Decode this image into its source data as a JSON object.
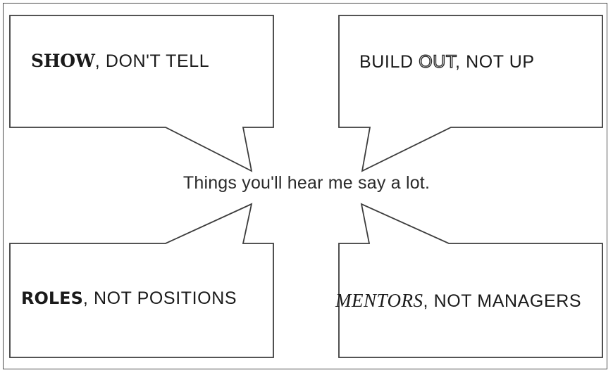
{
  "slide": {
    "caption": "Things you'll hear me say a lot.",
    "border_color": "#4a4a4a",
    "bubble_stroke_color": "#3c3c3c",
    "background_color": "#ffffff",
    "text_color": "#1a1a1a"
  },
  "bubbles": [
    {
      "id": "top-left",
      "emphasis": "SHOW",
      "emphasis_style": "bold-slab-serif",
      "rest": ", DON'T TELL",
      "full_text": "SHOW, DON'T TELL"
    },
    {
      "id": "top-right",
      "emphasis": "BUILD ",
      "emphasis_style": "thin-sans",
      "dotted_word": "OUT",
      "rest": ", NOT UP",
      "full_text": "BUILD OUT, NOT UP"
    },
    {
      "id": "bottom-left",
      "emphasis": "ROLES",
      "emphasis_style": "bold-sans",
      "rest": ", NOT POSITIONS",
      "full_text": "ROLES, NOT POSITIONS"
    },
    {
      "id": "bottom-right",
      "emphasis": "MENTORS",
      "emphasis_style": "light-italic-serif",
      "rest": ", NOT MANAGERS",
      "full_text": "MENTORS, NOT MANAGERS"
    }
  ]
}
